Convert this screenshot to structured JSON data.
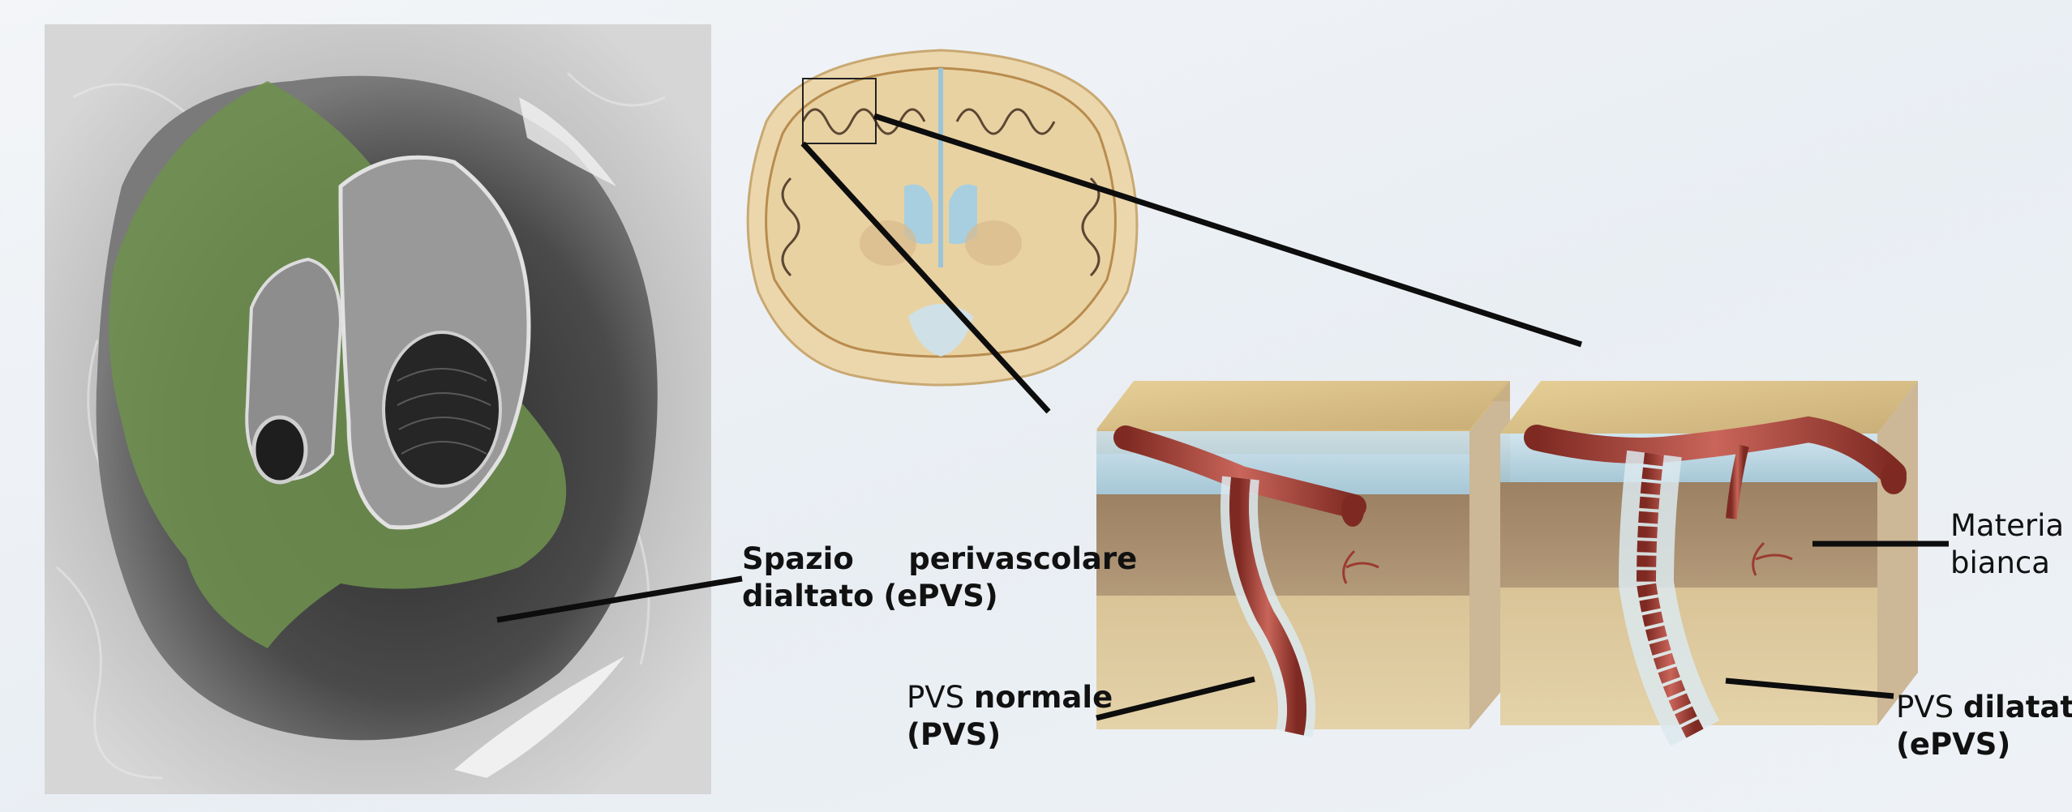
{
  "labels": {
    "epvs_left": {
      "line1_a": "Spazio",
      "line1_b": "perivascolare",
      "line2_a": "dialtato",
      "line2_b": "(ePVS)"
    },
    "pvs_normal": {
      "prefix": "PVS",
      "bold": "normale",
      "line2": "(PVS)"
    },
    "white_matter": {
      "line1": "Materia",
      "line2": "bianca"
    },
    "pvs_dilated": {
      "prefix": "PVS",
      "bold": "dilatato",
      "line2": "(ePVS)"
    }
  },
  "colors": {
    "highlight_green": "#6e8f4f",
    "leader_line": "#0d0d0d",
    "vessel": "#b24a3e",
    "csf_blue": "#bcd9e6",
    "cortex": "#d8c39a",
    "white_matter": "#a88d6e"
  }
}
